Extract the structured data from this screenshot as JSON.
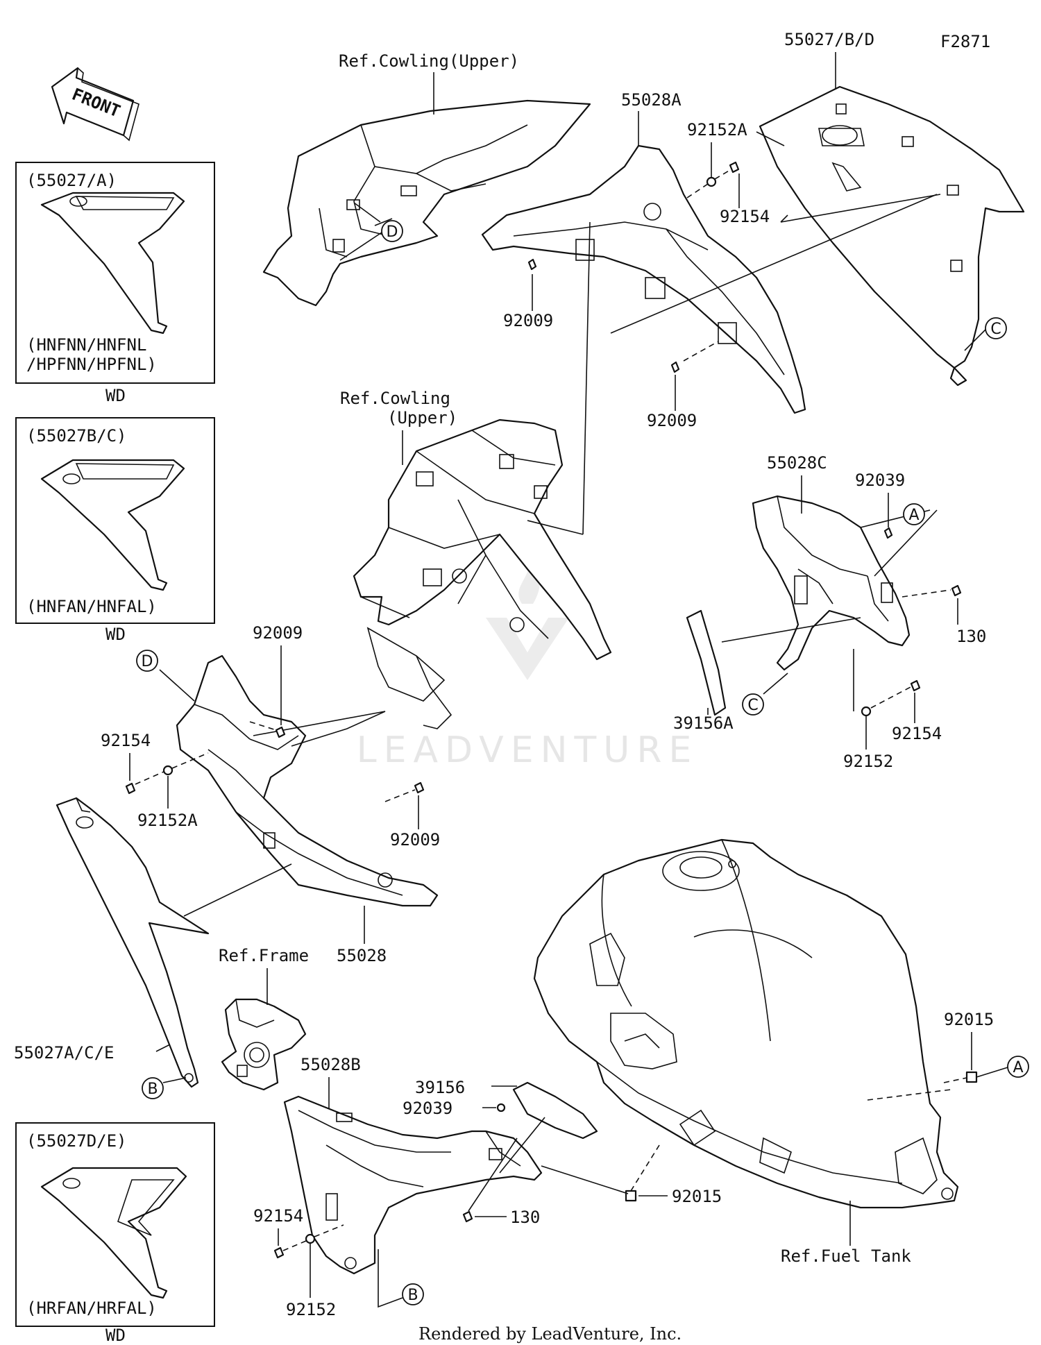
{
  "figure_id": "F2871",
  "watermark": "LEADVENTURE",
  "footer": "Rendered by LeadVenture, Inc.",
  "front_label": "FRONT",
  "references": {
    "cowling_upper_top": "Ref.Cowling(Upper)",
    "cowling_upper_mid_line1": "Ref.Cowling",
    "cowling_upper_mid_line2": "(Upper)",
    "frame": "Ref.Frame",
    "fuel_tank": "Ref.Fuel Tank"
  },
  "inset_boxes": [
    {
      "title": "(55027/A)",
      "variants_line1": "(HNFNN/HNFNL",
      "variants_line2": "/HPFNN/HPFNL)",
      "caption": "WD"
    },
    {
      "title": "(55027B/C)",
      "variants_line1": "(HNFAN/HNFAL)",
      "variants_line2": "",
      "caption": "WD"
    },
    {
      "title": "(55027D/E)",
      "variants_line1": "(HRFAN/HRFAL)",
      "variants_line2": "",
      "caption": "WD"
    }
  ],
  "part_labels": {
    "p55027BD": "55027/B/D",
    "p55028A": "55028A",
    "p92152A_top": "92152A",
    "p92154_top": "92154",
    "p92009_a": "92009",
    "p92009_b": "92009",
    "p55028C": "55028C",
    "p92039_right": "92039",
    "p130_right": "130",
    "p39156A": "39156A",
    "p92152_right": "92152",
    "p92154_right": "92154",
    "p92009_c": "92009",
    "p92154_left": "92154",
    "p92152A_left": "92152A",
    "p92009_d": "92009",
    "p55028": "55028",
    "p55027ACE": "55027A/C/E",
    "p92015_right": "92015",
    "p55028B": "55028B",
    "p39156": "39156",
    "p92039_bottom": "92039",
    "p92015_bottom": "92015",
    "p130_bottom": "130",
    "p92154_bottom": "92154",
    "p92152_bottom": "92152"
  },
  "callouts": {
    "D_top": "D",
    "C_top": "C",
    "A_right": "A",
    "C_right": "C",
    "D_left": "D",
    "B_left": "B",
    "A_tank": "A",
    "B_bottom": "B"
  }
}
